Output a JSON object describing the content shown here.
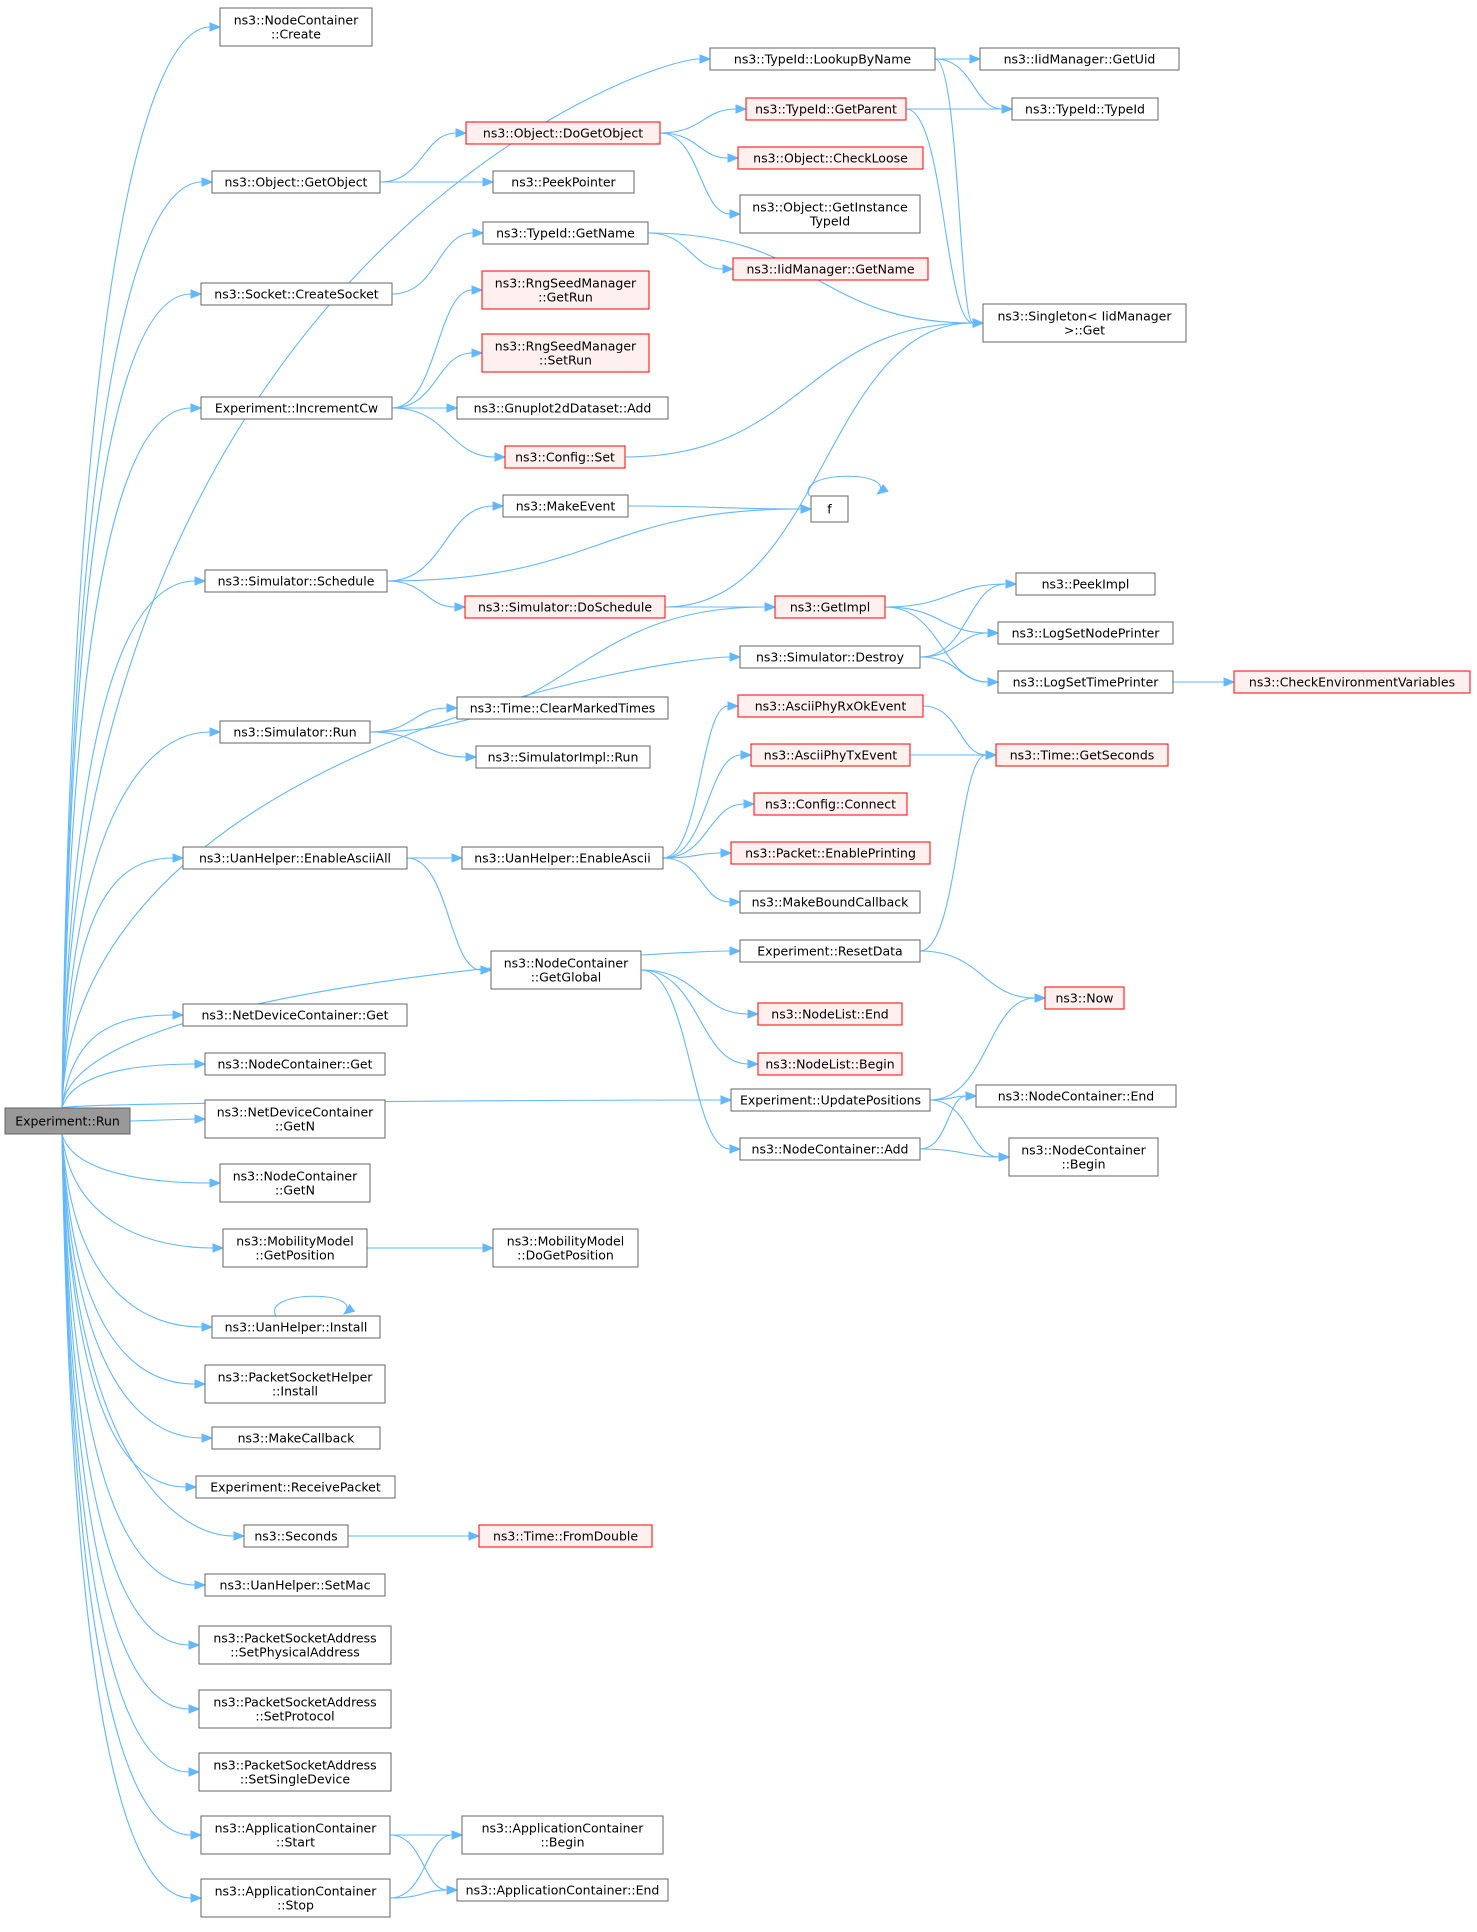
{
  "nodes": [
    {
      "id": "run",
      "lines": [
        "Experiment::Run"
      ],
      "style": "root"
    },
    {
      "id": "nc_create",
      "lines": [
        "ns3::NodeContainer",
        "::Create"
      ]
    },
    {
      "id": "tid_lookup",
      "lines": [
        "ns3::TypeId::LookupByName"
      ]
    },
    {
      "id": "iid_getuid",
      "lines": [
        "ns3::IidManager::GetUid"
      ]
    },
    {
      "id": "tid_typeid",
      "lines": [
        "ns3::TypeId::TypeId"
      ]
    },
    {
      "id": "tid_getparent",
      "lines": [
        "ns3::TypeId::GetParent"
      ],
      "style": "red"
    },
    {
      "id": "obj_dogetobject",
      "lines": [
        "ns3::Object::DoGetObject"
      ],
      "style": "red"
    },
    {
      "id": "obj_getobject",
      "lines": [
        "ns3::Object::GetObject"
      ]
    },
    {
      "id": "obj_checkloose",
      "lines": [
        "ns3::Object::CheckLoose"
      ],
      "style": "red"
    },
    {
      "id": "peekpointer",
      "lines": [
        "ns3::PeekPointer"
      ]
    },
    {
      "id": "obj_getinstance",
      "lines": [
        "ns3::Object::GetInstance",
        "TypeId"
      ]
    },
    {
      "id": "tid_getname",
      "lines": [
        "ns3::TypeId::GetName"
      ]
    },
    {
      "id": "iid_getname",
      "lines": [
        "ns3::IidManager::GetName"
      ],
      "style": "red"
    },
    {
      "id": "sock_create",
      "lines": [
        "ns3::Socket::CreateSocket"
      ]
    },
    {
      "id": "rng_getrun",
      "lines": [
        "ns3::RngSeedManager",
        "::GetRun"
      ],
      "style": "red"
    },
    {
      "id": "singleton_get",
      "lines": [
        "ns3::Singleton< IidManager",
        " >::Get"
      ]
    },
    {
      "id": "rng_setrun",
      "lines": [
        "ns3::RngSeedManager",
        "::SetRun"
      ],
      "style": "red"
    },
    {
      "id": "exp_inccw",
      "lines": [
        "Experiment::IncrementCw"
      ]
    },
    {
      "id": "gnuplot_add",
      "lines": [
        "ns3::Gnuplot2dDataset::Add"
      ]
    },
    {
      "id": "config_set",
      "lines": [
        "ns3::Config::Set"
      ],
      "style": "red"
    },
    {
      "id": "makeevent",
      "lines": [
        "ns3::MakeEvent"
      ]
    },
    {
      "id": "f",
      "lines": [
        "f"
      ]
    },
    {
      "id": "sim_schedule",
      "lines": [
        "ns3::Simulator::Schedule"
      ]
    },
    {
      "id": "peekimpl",
      "lines": [
        "ns3::PeekImpl"
      ]
    },
    {
      "id": "sim_doschedule",
      "lines": [
        "ns3::Simulator::DoSchedule"
      ],
      "style": "red"
    },
    {
      "id": "getimpl",
      "lines": [
        "ns3::GetImpl"
      ],
      "style": "red"
    },
    {
      "id": "lognode",
      "lines": [
        "ns3::LogSetNodePrinter"
      ]
    },
    {
      "id": "sim_destroy",
      "lines": [
        "ns3::Simulator::Destroy"
      ]
    },
    {
      "id": "logtime",
      "lines": [
        "ns3::LogSetTimePrinter"
      ]
    },
    {
      "id": "checkenv",
      "lines": [
        "ns3::CheckEnvironmentVariables"
      ],
      "style": "red"
    },
    {
      "id": "time_clear",
      "lines": [
        "ns3::Time::ClearMarkedTimes"
      ]
    },
    {
      "id": "asciirx",
      "lines": [
        "ns3::AsciiPhyRxOkEvent"
      ],
      "style": "red"
    },
    {
      "id": "sim_run",
      "lines": [
        "ns3::Simulator::Run"
      ]
    },
    {
      "id": "simimpl_run",
      "lines": [
        "ns3::SimulatorImpl::Run"
      ]
    },
    {
      "id": "asciitx",
      "lines": [
        "ns3::AsciiPhyTxEvent"
      ],
      "style": "red"
    },
    {
      "id": "time_getsec",
      "lines": [
        "ns3::Time::GetSeconds"
      ],
      "style": "red"
    },
    {
      "id": "config_connect",
      "lines": [
        "ns3::Config::Connect"
      ],
      "style": "red"
    },
    {
      "id": "uan_asciiall",
      "lines": [
        "ns3::UanHelper::EnableAsciiAll"
      ]
    },
    {
      "id": "uan_ascii",
      "lines": [
        "ns3::UanHelper::EnableAscii"
      ]
    },
    {
      "id": "pkt_enable",
      "lines": [
        "ns3::Packet::EnablePrinting"
      ],
      "style": "red"
    },
    {
      "id": "makebound",
      "lines": [
        "ns3::MakeBoundCallback"
      ]
    },
    {
      "id": "exp_reset",
      "lines": [
        "Experiment::ResetData"
      ]
    },
    {
      "id": "nc_global",
      "lines": [
        "ns3::NodeContainer",
        "::GetGlobal"
      ]
    },
    {
      "id": "now",
      "lines": [
        "ns3::Now"
      ],
      "style": "red"
    },
    {
      "id": "nl_end",
      "lines": [
        "ns3::NodeList::End"
      ],
      "style": "red"
    },
    {
      "id": "ndc_get",
      "lines": [
        "ns3::NetDeviceContainer::Get"
      ]
    },
    {
      "id": "nl_begin",
      "lines": [
        "ns3::NodeList::Begin"
      ],
      "style": "red"
    },
    {
      "id": "nc_get",
      "lines": [
        "ns3::NodeContainer::Get"
      ]
    },
    {
      "id": "exp_updpos",
      "lines": [
        "Experiment::UpdatePositions"
      ]
    },
    {
      "id": "nc_end",
      "lines": [
        "ns3::NodeContainer::End"
      ]
    },
    {
      "id": "ndc_getn",
      "lines": [
        "ns3::NetDeviceContainer",
        "::GetN"
      ]
    },
    {
      "id": "nc_add",
      "lines": [
        "ns3::NodeContainer::Add"
      ]
    },
    {
      "id": "nc_begin",
      "lines": [
        "ns3::NodeContainer",
        "::Begin"
      ]
    },
    {
      "id": "nc_getn",
      "lines": [
        "ns3::NodeContainer",
        "::GetN"
      ]
    },
    {
      "id": "mm_getpos",
      "lines": [
        "ns3::MobilityModel",
        "::GetPosition"
      ]
    },
    {
      "id": "mm_dogetpos",
      "lines": [
        "ns3::MobilityModel",
        "::DoGetPosition"
      ]
    },
    {
      "id": "uan_install",
      "lines": [
        "ns3::UanHelper::Install"
      ]
    },
    {
      "id": "psh_install",
      "lines": [
        "ns3::PacketSocketHelper",
        "::Install"
      ]
    },
    {
      "id": "makecallback",
      "lines": [
        "ns3::MakeCallback"
      ]
    },
    {
      "id": "exp_recv",
      "lines": [
        "Experiment::ReceivePacket"
      ]
    },
    {
      "id": "seconds",
      "lines": [
        "ns3::Seconds"
      ]
    },
    {
      "id": "time_fromdouble",
      "lines": [
        "ns3::Time::FromDouble"
      ],
      "style": "red"
    },
    {
      "id": "uan_setmac",
      "lines": [
        "ns3::UanHelper::SetMac"
      ]
    },
    {
      "id": "psa_setphys",
      "lines": [
        "ns3::PacketSocketAddress",
        "::SetPhysicalAddress"
      ]
    },
    {
      "id": "psa_setproto",
      "lines": [
        "ns3::PacketSocketAddress",
        "::SetProtocol"
      ]
    },
    {
      "id": "psa_setsingle",
      "lines": [
        "ns3::PacketSocketAddress",
        "::SetSingleDevice"
      ]
    },
    {
      "id": "ac_start",
      "lines": [
        "ns3::ApplicationContainer",
        "::Start"
      ]
    },
    {
      "id": "ac_begin",
      "lines": [
        "ns3::ApplicationContainer",
        "::Begin"
      ]
    },
    {
      "id": "ac_stop",
      "lines": [
        "ns3::ApplicationContainer",
        "::Stop"
      ]
    },
    {
      "id": "ac_end",
      "lines": [
        "ns3::ApplicationContainer::End"
      ]
    }
  ],
  "edges": [
    [
      "run",
      "nc_create"
    ],
    [
      "run",
      "tid_lookup"
    ],
    [
      "run",
      "obj_getobject"
    ],
    [
      "run",
      "sock_create"
    ],
    [
      "run",
      "exp_inccw"
    ],
    [
      "run",
      "sim_schedule"
    ],
    [
      "run",
      "sim_run"
    ],
    [
      "run",
      "sim_destroy"
    ],
    [
      "run",
      "uan_asciiall"
    ],
    [
      "run",
      "exp_reset"
    ],
    [
      "run",
      "ndc_get"
    ],
    [
      "run",
      "nc_get"
    ],
    [
      "run",
      "ndc_getn"
    ],
    [
      "run",
      "nc_getn"
    ],
    [
      "run",
      "mm_getpos"
    ],
    [
      "run",
      "uan_install"
    ],
    [
      "run",
      "psh_install"
    ],
    [
      "run",
      "makecallback"
    ],
    [
      "run",
      "exp_recv"
    ],
    [
      "run",
      "seconds"
    ],
    [
      "run",
      "uan_setmac"
    ],
    [
      "run",
      "psa_setphys"
    ],
    [
      "run",
      "psa_setproto"
    ],
    [
      "run",
      "psa_setsingle"
    ],
    [
      "run",
      "ac_start"
    ],
    [
      "run",
      "ac_stop"
    ],
    [
      "run",
      "exp_updpos"
    ],
    [
      "tid_lookup",
      "iid_getuid"
    ],
    [
      "tid_lookup",
      "tid_typeid"
    ],
    [
      "tid_lookup",
      "singleton_get"
    ],
    [
      "tid_getparent",
      "tid_typeid"
    ],
    [
      "tid_getparent",
      "singleton_get"
    ],
    [
      "obj_dogetobject",
      "tid_getparent"
    ],
    [
      "obj_dogetobject",
      "obj_checkloose"
    ],
    [
      "obj_dogetobject",
      "obj_getinstance"
    ],
    [
      "obj_getobject",
      "obj_dogetobject"
    ],
    [
      "obj_getobject",
      "peekpointer"
    ],
    [
      "tid_getname",
      "iid_getname"
    ],
    [
      "tid_getname",
      "singleton_get"
    ],
    [
      "sock_create",
      "tid_getname"
    ],
    [
      "exp_inccw",
      "rng_getrun"
    ],
    [
      "exp_inccw",
      "rng_setrun"
    ],
    [
      "exp_inccw",
      "gnuplot_add"
    ],
    [
      "exp_inccw",
      "config_set"
    ],
    [
      "config_set",
      "singleton_get"
    ],
    [
      "makeevent",
      "f"
    ],
    [
      "f",
      "f"
    ],
    [
      "sim_schedule",
      "makeevent"
    ],
    [
      "sim_schedule",
      "f"
    ],
    [
      "sim_schedule",
      "sim_doschedule"
    ],
    [
      "sim_doschedule",
      "singleton_get"
    ],
    [
      "sim_doschedule",
      "getimpl"
    ],
    [
      "getimpl",
      "peekimpl"
    ],
    [
      "getimpl",
      "lognode"
    ],
    [
      "getimpl",
      "logtime"
    ],
    [
      "sim_destroy",
      "peekimpl"
    ],
    [
      "sim_destroy",
      "lognode"
    ],
    [
      "sim_destroy",
      "logtime"
    ],
    [
      "logtime",
      "checkenv"
    ],
    [
      "sim_run",
      "getimpl"
    ],
    [
      "sim_run",
      "time_clear"
    ],
    [
      "sim_run",
      "simimpl_run"
    ],
    [
      "asciirx",
      "time_getsec"
    ],
    [
      "asciitx",
      "time_getsec"
    ],
    [
      "uan_asciiall",
      "uan_ascii"
    ],
    [
      "uan_asciiall",
      "nc_global"
    ],
    [
      "uan_ascii",
      "asciirx"
    ],
    [
      "uan_ascii",
      "asciitx"
    ],
    [
      "uan_ascii",
      "config_connect"
    ],
    [
      "uan_ascii",
      "pkt_enable"
    ],
    [
      "uan_ascii",
      "makebound"
    ],
    [
      "exp_reset",
      "time_getsec"
    ],
    [
      "exp_reset",
      "now"
    ],
    [
      "nc_global",
      "nl_end"
    ],
    [
      "nc_global",
      "nl_begin"
    ],
    [
      "nc_global",
      "nc_add"
    ],
    [
      "exp_updpos",
      "now"
    ],
    [
      "exp_updpos",
      "nc_end"
    ],
    [
      "exp_updpos",
      "nc_begin"
    ],
    [
      "nc_add",
      "nc_end"
    ],
    [
      "nc_add",
      "nc_begin"
    ],
    [
      "mm_getpos",
      "mm_dogetpos"
    ],
    [
      "uan_install",
      "uan_install"
    ],
    [
      "seconds",
      "time_fromdouble"
    ],
    [
      "ac_start",
      "ac_begin"
    ],
    [
      "ac_start",
      "ac_end"
    ],
    [
      "ac_stop",
      "ac_begin"
    ],
    [
      "ac_stop",
      "ac_end"
    ]
  ],
  "colors": {
    "edge": "#63b8ff",
    "node_border": "#666666",
    "highlight_border": "#ff0000",
    "highlight_fill": "#fff0f0",
    "root_fill": "#999999"
  }
}
